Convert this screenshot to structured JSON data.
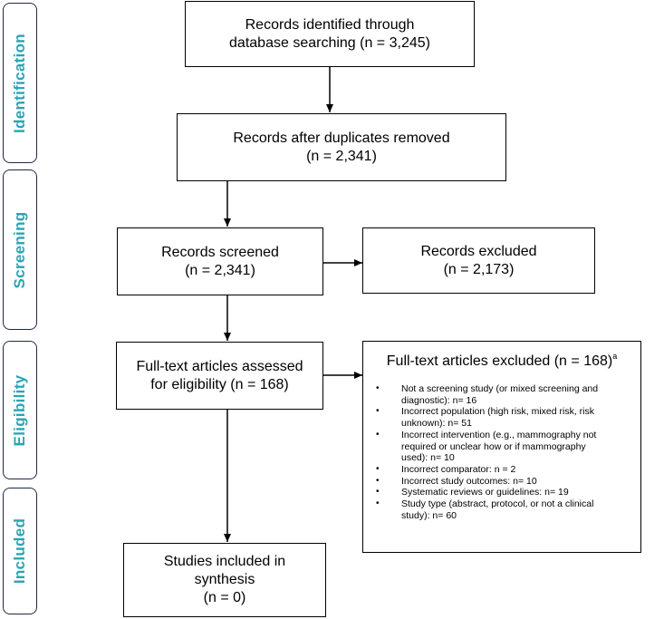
{
  "stages": {
    "identification": "Identification",
    "screening": "Screening",
    "eligibility": "Eligibility",
    "included": "Included"
  },
  "boxes": {
    "identified": {
      "line1": "Records identified through",
      "line2": "database searching (n = 3,245)"
    },
    "after_duplicates": {
      "line1": "Records after duplicates removed",
      "line2": "(n = 2,341)"
    },
    "screened": {
      "line1": "Records screened",
      "line2": "(n = 2,341)"
    },
    "excluded": {
      "line1": "Records excluded",
      "line2": "(n = 2,173)"
    },
    "fulltext_assessed": {
      "line1": "Full-text articles assessed",
      "line2": "for eligibility (n = 168)"
    },
    "included": {
      "line1": "Studies included in",
      "line2": "synthesis",
      "line3": "(n = 0)"
    }
  },
  "fulltext_excluded": {
    "title": "Full-text articles excluded (n = 168)",
    "footnote_marker": "a",
    "reasons": [
      {
        "line1": "Not a screening study (or mixed screening and",
        "line2": "diagnostic): n= 16"
      },
      {
        "line1": "Incorrect population (high risk, mixed risk, risk",
        "line2": "unknown): n= 51"
      },
      {
        "line1": "Incorrect intervention (e.g., mammography not",
        "line2": "required or unclear how or if mammography",
        "line3": "used): n= 10"
      },
      {
        "line1": "Incorrect comparator: n = 2"
      },
      {
        "line1": "Incorrect study outcomes: n= 10"
      },
      {
        "line1": "Systematic reviews or guidelines: n= 19"
      },
      {
        "line1": "Study type (abstract, protocol, or not a clinical",
        "line2": "study): n= 60"
      }
    ]
  },
  "colors": {
    "stage_text": "#2aa5b5",
    "stage_border": "#1f2a44",
    "box_border": "#000000"
  }
}
